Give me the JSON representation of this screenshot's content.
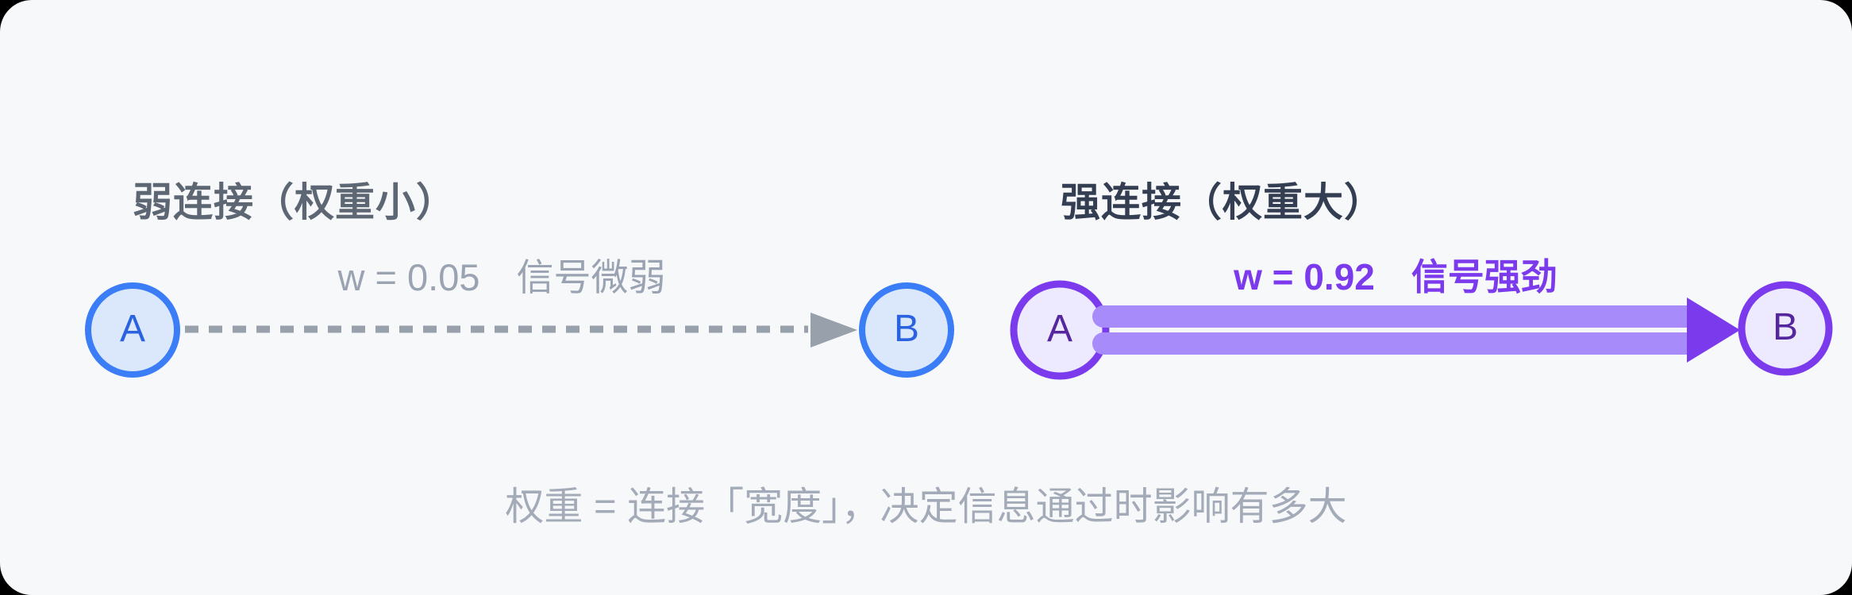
{
  "canvas": {
    "card_bg": "#f7f8fa",
    "outer_bg": "#000000"
  },
  "weak": {
    "title": "弱连接（权重小）",
    "weight_label": "w = 0.05",
    "signal_label": "信号微弱",
    "node_a": "A",
    "node_b": "B",
    "colors": {
      "node_border": "#3a7df7",
      "node_fill": "#dbe8fc",
      "node_text": "#2b62e0",
      "line": "#98a0ac",
      "title": "#5d6673",
      "label": "#9aa3b2"
    }
  },
  "strong": {
    "title": "强连接（权重大）",
    "weight_label": "w = 0.92",
    "signal_label": "信号强劲",
    "node_a": "A",
    "node_b": "B",
    "colors": {
      "node_border": "#7c3aed",
      "node_fill": "#ede9fe",
      "node_text": "#55269e",
      "band": "#a78bfa",
      "arrow": "#7c3aed",
      "title": "#343e52",
      "label": "#7c3aed"
    }
  },
  "caption": "权重 = 连接「宽度」，决定信息通过时影响有多大"
}
